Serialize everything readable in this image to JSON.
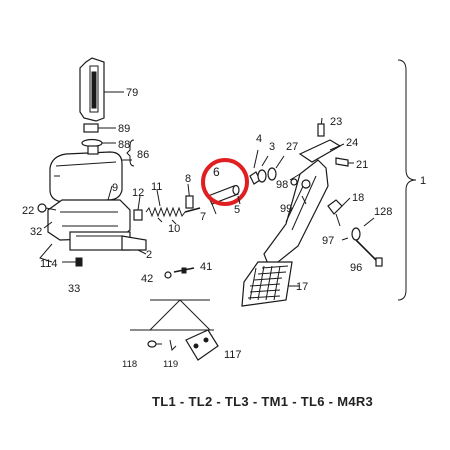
{
  "diagram": {
    "part_labels": {
      "p79": "79",
      "p89": "89",
      "p88": "88",
      "p86": "86",
      "p9": "9",
      "p12": "12",
      "p11": "11",
      "p8": "8",
      "p10": "10",
      "p7": "7",
      "p6": "6",
      "p5": "5",
      "p4": "4",
      "p3": "3",
      "p27": "27",
      "p23": "23",
      "p24": "24",
      "p21": "21",
      "p98": "98",
      "p99": "99",
      "p18": "18",
      "p128": "128",
      "p97": "97",
      "p96": "96",
      "p1": "1",
      "p22": "22",
      "p32": "32",
      "p2": "2",
      "p114": "114",
      "p33": "33",
      "p42": "42",
      "p41": "41",
      "p17": "17",
      "p118": "118",
      "p119": "119",
      "p117": "117"
    },
    "highlight": {
      "label": "6",
      "color": "#e02020"
    },
    "footer_text": "TL1 - TL2 - TL3 - TM1 - TL6 - M4R3"
  }
}
